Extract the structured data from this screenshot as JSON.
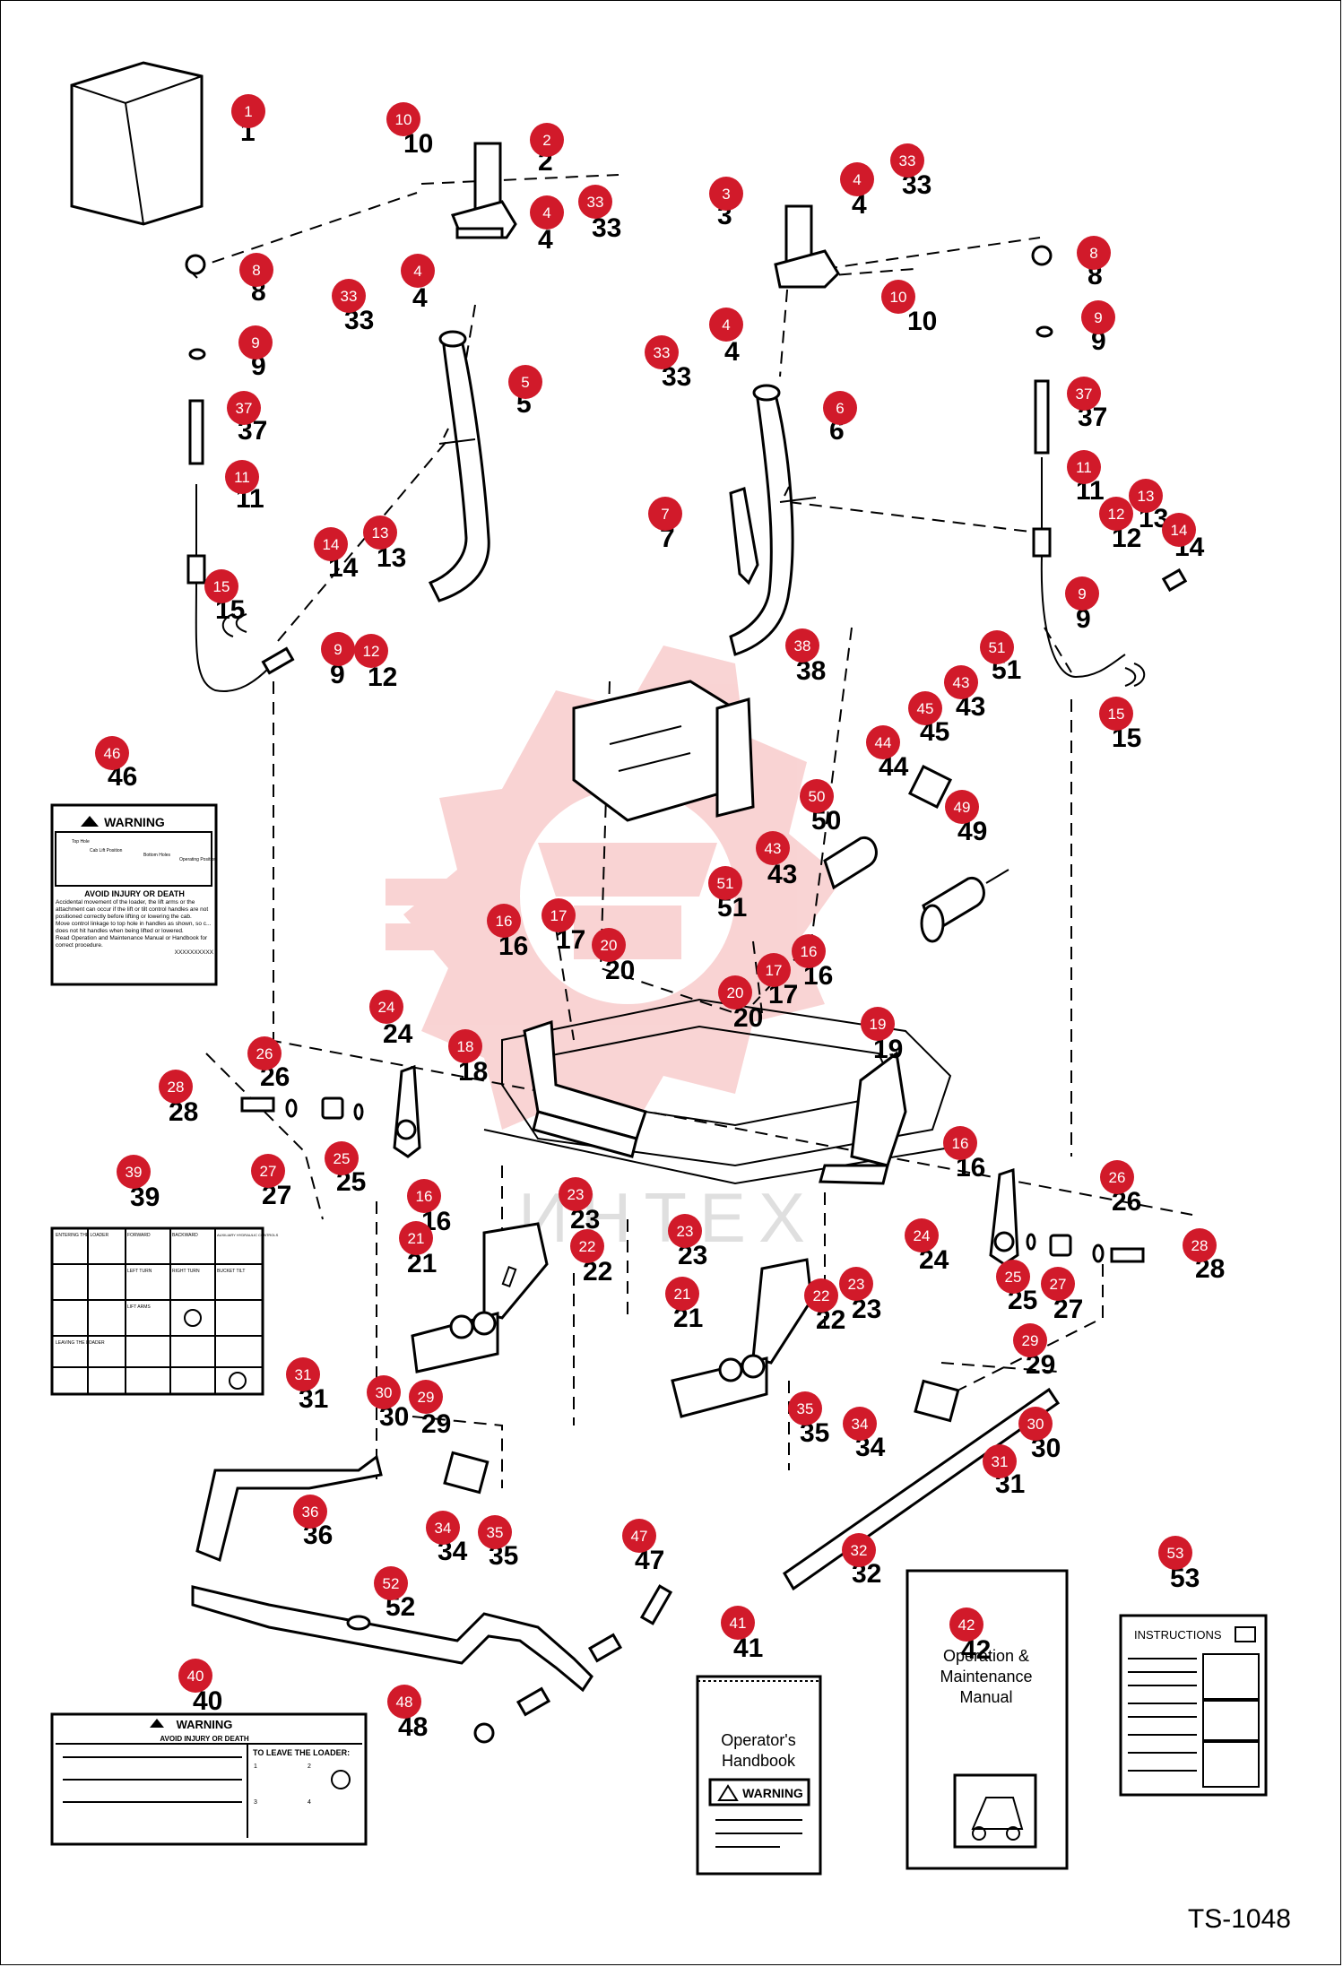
{
  "figure_code": "TS-1048",
  "watermark_text": "ИНТЕХ",
  "decals": {
    "warning_46": {
      "heading": "WARNING",
      "labels": [
        "Top Hole",
        "Cab Lift Position",
        "Bottom Holes",
        "Operating Position"
      ],
      "subheading": "AVOID INJURY OR DEATH",
      "body": "Accidental movement of the loader, the lift arms or the attachment can occur if the lift or tilt control handles are not positioned correctly before lifting or lowering the cab.",
      "body2": "Move control linkage to top hole in handles as shown, so c... does not hit handles when being lifted or lowered.",
      "body3": "Read Operation and Maintenance Manual or Handbook for correct procedure.",
      "code": "XXXXXXXXXX"
    },
    "operating_39": {
      "cells": [
        "ENTERING THE LOADER",
        "FORWARD",
        "BACKWARD",
        "AUXILIARY HYDRAULIC CONTROLS",
        "LEFT TURN",
        "RIGHT TURN",
        "BUCKET TILT",
        "LIFT ARMS",
        "LEAVING THE LOADER"
      ]
    },
    "warning_40": {
      "heading": "WARNING",
      "subheading": "AVOID INJURY OR DEATH",
      "right_title": "TO LEAVE THE LOADER:",
      "steps": [
        "1",
        "2",
        "3",
        "4"
      ]
    }
  },
  "manuals": {
    "operators_handbook": {
      "title_line1": "Operator's",
      "title_line2": "Handbook",
      "badge": "WARNING"
    },
    "operation_manual": {
      "line1": "Operation &",
      "line2": "Maintenance",
      "line3": "Manual"
    },
    "instructions": {
      "label": "INSTRUCTIONS"
    }
  },
  "callouts": [
    {
      "id": "1",
      "label": "1"
    },
    {
      "id": "2",
      "label": "2"
    },
    {
      "id": "3",
      "label": "3"
    },
    {
      "id": "4a",
      "label": "4"
    },
    {
      "id": "4b",
      "label": "4"
    },
    {
      "id": "4c",
      "label": "4"
    },
    {
      "id": "4d",
      "label": "4"
    },
    {
      "id": "5",
      "label": "5"
    },
    {
      "id": "6",
      "label": "6"
    },
    {
      "id": "7",
      "label": "7"
    },
    {
      "id": "8a",
      "label": "8"
    },
    {
      "id": "8b",
      "label": "8"
    },
    {
      "id": "9a",
      "label": "9"
    },
    {
      "id": "9b",
      "label": "9"
    },
    {
      "id": "9c",
      "label": "9"
    },
    {
      "id": "9d",
      "label": "9"
    },
    {
      "id": "10a",
      "label": "10"
    },
    {
      "id": "10b",
      "label": "10"
    },
    {
      "id": "11a",
      "label": "11"
    },
    {
      "id": "11b",
      "label": "11"
    },
    {
      "id": "12a",
      "label": "12"
    },
    {
      "id": "12b",
      "label": "12"
    },
    {
      "id": "13a",
      "label": "13"
    },
    {
      "id": "13b",
      "label": "13"
    },
    {
      "id": "14a",
      "label": "14"
    },
    {
      "id": "14b",
      "label": "14"
    },
    {
      "id": "15a",
      "label": "15"
    },
    {
      "id": "15b",
      "label": "15"
    },
    {
      "id": "16a",
      "label": "16"
    },
    {
      "id": "16b",
      "label": "16"
    },
    {
      "id": "16c",
      "label": "16"
    },
    {
      "id": "16d",
      "label": "16"
    },
    {
      "id": "17a",
      "label": "17"
    },
    {
      "id": "17b",
      "label": "17"
    },
    {
      "id": "18",
      "label": "18"
    },
    {
      "id": "19",
      "label": "19"
    },
    {
      "id": "20a",
      "label": "20"
    },
    {
      "id": "20b",
      "label": "20"
    },
    {
      "id": "21a",
      "label": "21"
    },
    {
      "id": "21b",
      "label": "21"
    },
    {
      "id": "22a",
      "label": "22"
    },
    {
      "id": "22b",
      "label": "22"
    },
    {
      "id": "23a",
      "label": "23"
    },
    {
      "id": "23b",
      "label": "23"
    },
    {
      "id": "23c",
      "label": "23"
    },
    {
      "id": "24a",
      "label": "24"
    },
    {
      "id": "24b",
      "label": "24"
    },
    {
      "id": "25a",
      "label": "25"
    },
    {
      "id": "25b",
      "label": "25"
    },
    {
      "id": "26a",
      "label": "26"
    },
    {
      "id": "26b",
      "label": "26"
    },
    {
      "id": "27a",
      "label": "27"
    },
    {
      "id": "27b",
      "label": "27"
    },
    {
      "id": "28a",
      "label": "28"
    },
    {
      "id": "28b",
      "label": "28"
    },
    {
      "id": "29a",
      "label": "29"
    },
    {
      "id": "29b",
      "label": "29"
    },
    {
      "id": "30a",
      "label": "30"
    },
    {
      "id": "30b",
      "label": "30"
    },
    {
      "id": "31a",
      "label": "31"
    },
    {
      "id": "31b",
      "label": "31"
    },
    {
      "id": "32a",
      "label": "32"
    },
    {
      "id": "34a",
      "label": "34"
    },
    {
      "id": "34b",
      "label": "34"
    },
    {
      "id": "35a",
      "label": "35"
    },
    {
      "id": "35b",
      "label": "35"
    },
    {
      "id": "36",
      "label": "36"
    },
    {
      "id": "37a",
      "label": "37"
    },
    {
      "id": "37b",
      "label": "37"
    },
    {
      "id": "38",
      "label": "38"
    },
    {
      "id": "39",
      "label": "39"
    },
    {
      "id": "40",
      "label": "40"
    },
    {
      "id": "41",
      "label": "41"
    },
    {
      "id": "42",
      "label": "42"
    },
    {
      "id": "43a",
      "label": "43"
    },
    {
      "id": "43b",
      "label": "43"
    },
    {
      "id": "44",
      "label": "44"
    },
    {
      "id": "45",
      "label": "45"
    },
    {
      "id": "46",
      "label": "46"
    },
    {
      "id": "47",
      "label": "47"
    },
    {
      "id": "48",
      "label": "48"
    },
    {
      "id": "49",
      "label": "49"
    },
    {
      "id": "50",
      "label": "50"
    },
    {
      "id": "51a",
      "label": "51"
    },
    {
      "id": "51b",
      "label": "51"
    },
    {
      "id": "52",
      "label": "52"
    },
    {
      "id": "53",
      "label": "53"
    },
    {
      "id": "33a",
      "label": "33"
    },
    {
      "id": "33b",
      "label": "33"
    },
    {
      "id": "33c",
      "label": "33"
    },
    {
      "id": "33d",
      "label": "33"
    }
  ]
}
